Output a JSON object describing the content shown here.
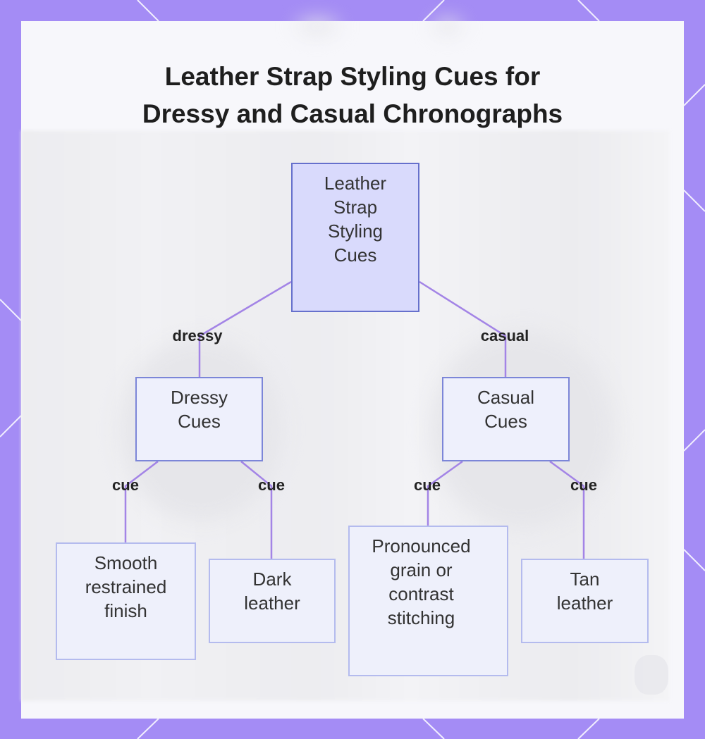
{
  "title": {
    "line1": "Leather Strap Styling Cues for",
    "line2": "Dressy and Casual Chronographs"
  },
  "nodes": {
    "root": [
      "Leather",
      "Strap",
      "Styling",
      "Cues"
    ],
    "dressy": [
      "Dressy",
      "Cues"
    ],
    "casual": [
      "Casual",
      "Cues"
    ],
    "smooth": [
      "Smooth",
      "restrained",
      "finish"
    ],
    "dark": [
      "Dark",
      "leather"
    ],
    "grain": [
      "Pronounced",
      "grain or",
      "contrast",
      "stitching"
    ],
    "tan": [
      "Tan",
      "leather"
    ]
  },
  "edges": {
    "dressy": "dressy",
    "casual": "casual",
    "cue_smooth": "cue",
    "cue_dark": "cue",
    "cue_grain": "cue",
    "cue_tan": "cue"
  },
  "colors": {
    "frame": "#a48cf5",
    "edge": "#a384e6",
    "root_fill": "#d9dafc",
    "node_border": "#6670cc"
  }
}
